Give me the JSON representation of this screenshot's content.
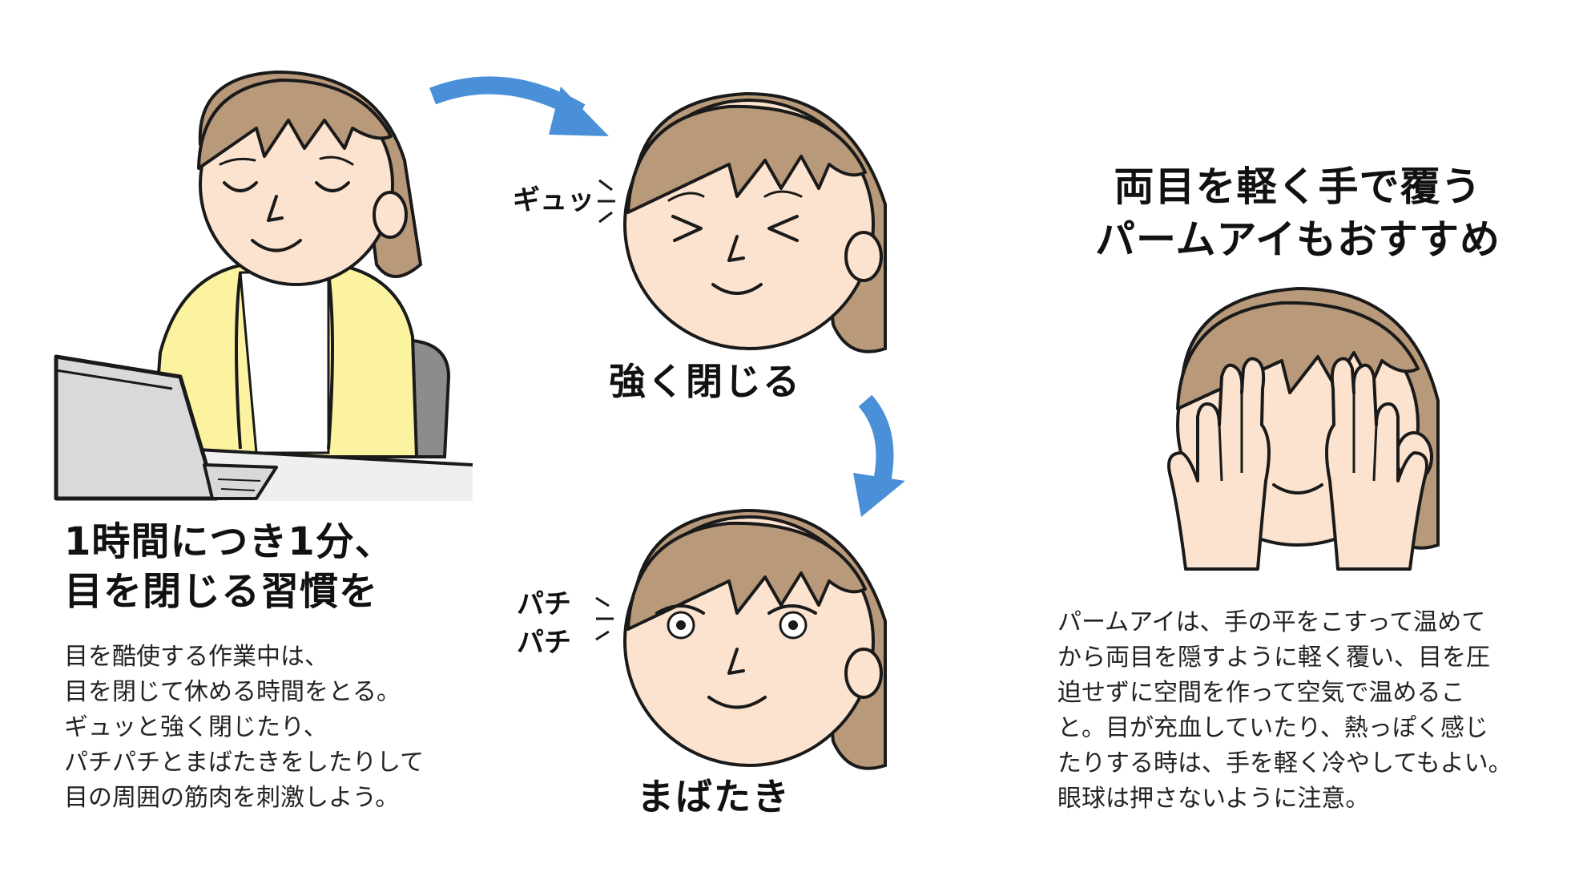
{
  "left": {
    "title_lines": [
      "1時間につき1分、",
      "目を閉じる習慣を"
    ],
    "body_lines": [
      "目を酷使する作業中は、",
      "目を閉じて休める時間をとる。",
      "ギュッと強く閉じたり、",
      "パチパチとまばたきをしたりして",
      "目の周囲の筋肉を刺激しよう。"
    ]
  },
  "middle": {
    "sfx_squeeze": "ギュッ",
    "caption_squeeze": "強く閉じる",
    "sfx_blink": [
      "パチ",
      "パチ"
    ],
    "caption_blink": "まばたき"
  },
  "right": {
    "title_lines": [
      "両目を軽く手で覆う",
      "パームアイもおすすめ"
    ],
    "body_lines": [
      "パームアイは、手の平をこすって温めて",
      "から両目を隠すように軽く覆い、目を圧",
      "迫せずに空間を作って空気で温めるこ",
      "と。目が充血していたり、熱っぽく感じ",
      "たりする時は、手を軽く冷やしてもよい。",
      "眼球は押さないように注意。"
    ]
  },
  "colors": {
    "hair": "#b89a7a",
    "skin": "#fbe3cf",
    "cardigan": "#fbf3a0",
    "arrow": "#4a90d9",
    "laptop": "#d9d9d9"
  }
}
